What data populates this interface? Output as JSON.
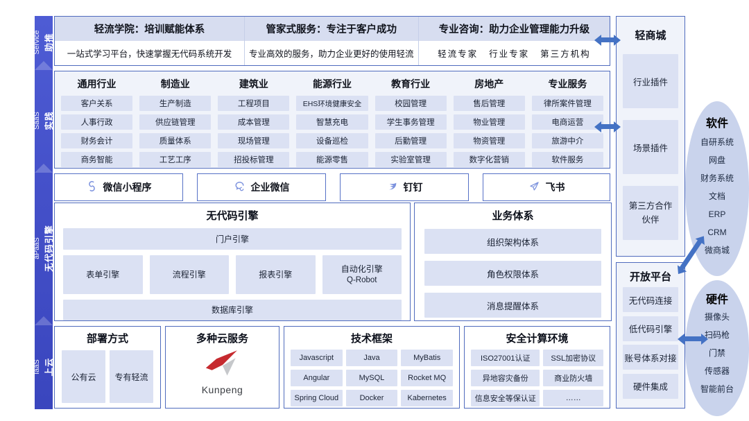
{
  "banner": {
    "sections": [
      {
        "en": "Service",
        "zh": "助推"
      },
      {
        "en": "SaaS",
        "zh": "实践"
      },
      {
        "en": "aPaaS",
        "zh": "无代码引擎"
      },
      {
        "en": "IaaS",
        "zh": "上云"
      }
    ]
  },
  "service_row": {
    "cols": [
      {
        "title": "轻流学院：培训赋能体系",
        "subtitle": "一站式学习平台，快速掌握无代码系统开发"
      },
      {
        "title": "管家式服务：专注于客户成功",
        "subtitle": "专业高效的服务，助力企业更好的使用轻流"
      },
      {
        "title": "专业咨询：助力企业管理能力升级",
        "tags": [
          "轻流专家",
          "行业专家",
          "第三方机构"
        ]
      }
    ]
  },
  "saas": {
    "columns": [
      {
        "title": "通用行业",
        "items": [
          "客户关系",
          "人事行政",
          "财务会计",
          "商务智能"
        ]
      },
      {
        "title": "制造业",
        "items": [
          "生产制造",
          "供应链管理",
          "质量体系",
          "工艺工序"
        ]
      },
      {
        "title": "建筑业",
        "items": [
          "工程项目",
          "成本管理",
          "现场管理",
          "招投标管理"
        ]
      },
      {
        "title": "能源行业",
        "items": [
          "EHS环境健康安全",
          "智慧充电",
          "设备巡检",
          "能源零售"
        ]
      },
      {
        "title": "教育行业",
        "items": [
          "校园管理",
          "学生事务管理",
          "后勤管理",
          "实验室管理"
        ]
      },
      {
        "title": "房地产",
        "items": [
          "售后管理",
          "物业管理",
          "物资管理",
          "数字化营销"
        ]
      },
      {
        "title": "专业服务",
        "items": [
          "律所案件管理",
          "电商运营",
          "旅游中介",
          "软件服务"
        ]
      }
    ]
  },
  "integrations": {
    "items": [
      {
        "name": "微信小程序",
        "icon": "wechat-miniprogram-icon"
      },
      {
        "name": "企业微信",
        "icon": "wecom-icon"
      },
      {
        "name": "钉钉",
        "icon": "dingtalk-icon"
      },
      {
        "name": "飞书",
        "icon": "feishu-icon"
      }
    ]
  },
  "nocode": {
    "title": "无代码引擎",
    "portal": "门户引擎",
    "engines": [
      {
        "label": "表单引擎"
      },
      {
        "label": "流程引擎"
      },
      {
        "label": "报表引擎"
      },
      {
        "label": "自动化引擎",
        "sublabel": "Q-Robot"
      }
    ],
    "database": "数据库引擎"
  },
  "biz": {
    "title": "业务体系",
    "cells": [
      "组织架构体系",
      "角色权限体系",
      "消息提醒体系"
    ]
  },
  "iaas": {
    "deploy": {
      "title": "部署方式",
      "cells": [
        "公有云",
        "专有轻流"
      ]
    },
    "cloud": {
      "title": "多种云服务",
      "logo": "Kunpeng"
    },
    "tech": {
      "title": "技术框架",
      "cells": [
        "Javascript",
        "Java",
        "MyBatis",
        "Angular",
        "MySQL",
        "Rocket MQ",
        "Spring Cloud",
        "Docker",
        "Kabernetes"
      ]
    },
    "security": {
      "title": "安全计算环境",
      "cells": [
        "ISO27001认证",
        "SSL加密协议",
        "异地容灾备份",
        "商业防火墙",
        "信息安全等保认证",
        "……"
      ]
    }
  },
  "mall": {
    "title": "轻商城",
    "cells": [
      "行业插件",
      "场景插件",
      "第三方合作伙伴"
    ]
  },
  "open_platform": {
    "title": "开放平台",
    "cells": [
      "无代码连接",
      "低代码引擎",
      "账号体系对接",
      "硬件集成"
    ]
  },
  "software": {
    "title": "软件",
    "items": [
      "自研系统",
      "网盘",
      "财务系统",
      "文档",
      "ERP",
      "CRM",
      "微商城"
    ]
  },
  "hardware": {
    "title": "硬件",
    "items": [
      "摄像头",
      "扫码枪",
      "门禁",
      "传感器",
      "智能前台"
    ]
  },
  "colors": {
    "accent": "#4472C4",
    "banner_top": "#4E5CD4",
    "banner_bottom": "#3A46BE",
    "panel_border": "#4F6BBD",
    "cell_bg": "#DBE1F3",
    "header_bg": "#D7DDF0",
    "panel_bg": "#F0F3FA",
    "ellipse_bg": "#C9D3EC",
    "kunpeng_red": "#C62A2F",
    "kunpeng_gray": "#C6C8CB"
  }
}
